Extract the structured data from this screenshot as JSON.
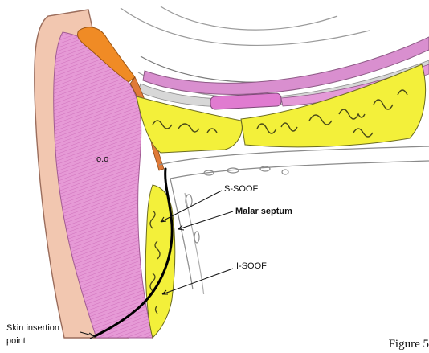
{
  "labels": {
    "oo": "o.o",
    "s_soof": "S-SOOF",
    "malar_septum": "Malar septum",
    "i_soof": "I-SOOF",
    "skin_insertion_line1": "Skin insertion",
    "skin_insertion_line2": "point"
  },
  "caption": "Figure 5",
  "colors": {
    "skin": "#f2c7b0",
    "skin_outline": "#9b6d5c",
    "muscle_pink": "#e06cc6",
    "fat_yellow": "#f3f03a",
    "orange": "#f08b25",
    "bone_line": "#8a8a8a",
    "septum": "#000000"
  }
}
